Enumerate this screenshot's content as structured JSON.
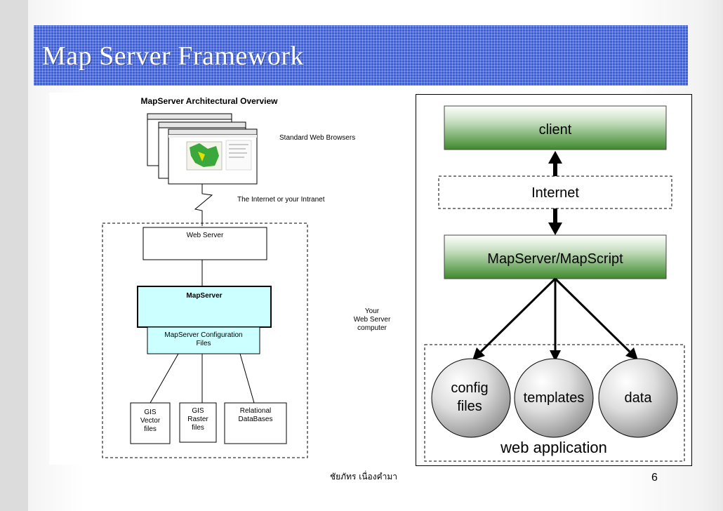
{
  "slide": {
    "title": "Map Server Framework",
    "footer": "ชัยภัทร  เนื่องคำมา",
    "page_number": "6"
  },
  "left_diagram": {
    "heading": "MapServer Architectural Overview",
    "browsers_label": "Standard Web Browsers",
    "internet_label": "The Internet or your Intranet",
    "web_server": "Web Server",
    "mapserver": "MapServer",
    "config_line1": "MapServer Configuration",
    "config_line2": "Files",
    "computer_line1": "Your",
    "computer_line2": "Web Server",
    "computer_line3": "computer",
    "vector_line1": "GIS",
    "vector_line2": "Vector",
    "vector_line3": "files",
    "raster_line1": "GIS",
    "raster_line2": "Raster",
    "raster_line3": "files",
    "db_line1": "Relational",
    "db_line2": "DataBases"
  },
  "right_diagram": {
    "client": "client",
    "internet": "Internet",
    "mapserver": "MapServer/MapScript",
    "config_line1": "config",
    "config_line2": "files",
    "templates": "templates",
    "data": "data",
    "web_application": "web application"
  },
  "colors": {
    "title_bar": "#3f5fd6",
    "green_box": "#3e8a2c",
    "cyan_box": "#ccffff"
  }
}
